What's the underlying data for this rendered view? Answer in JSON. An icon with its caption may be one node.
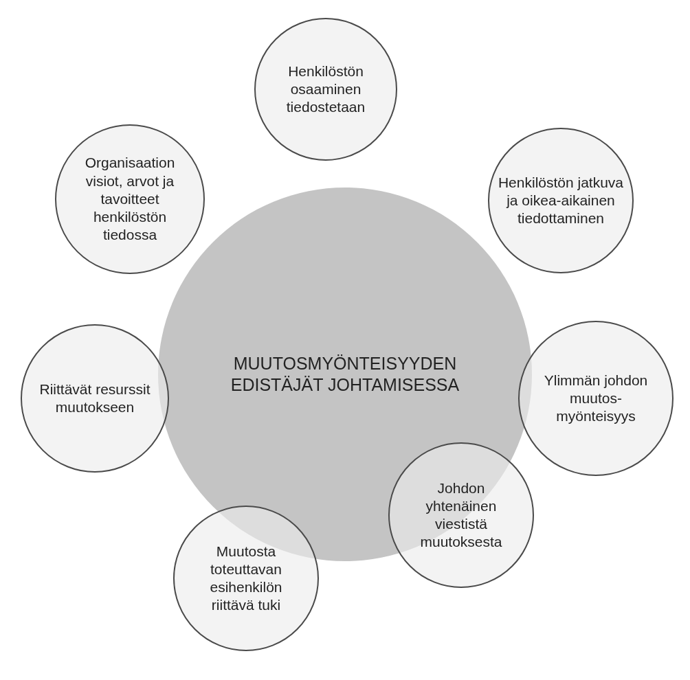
{
  "diagram": {
    "nodes": [
      {
        "text": [
          "MUUTOSMYÖNTEISYYDEN EDISTÄJÄT JOHTAMISESSA"
        ]
      },
      {
        "text": [
          "Henkilöstön osaaminen tiedostetaan"
        ]
      },
      {
        "text": [
          "Henkilöstön jatkuva ja oikea-aikainen tiedottaminen"
        ]
      },
      {
        "text": [
          "Ylimmän johdon muutos-myönteisyys"
        ]
      },
      {
        "text": [
          "Johdon yhtenäinen viestistä muutoksesta"
        ]
      },
      {
        "text": [
          "Muutosta toteuttavan esihenkilön riittävä tuki"
        ]
      },
      {
        "text": [
          "Riittävät resurssit muutokseen"
        ]
      },
      {
        "text": [
          "Organisaation visiot, arvot ja tavoitteet henkilöstön tiedossa"
        ]
      }
    ]
  }
}
